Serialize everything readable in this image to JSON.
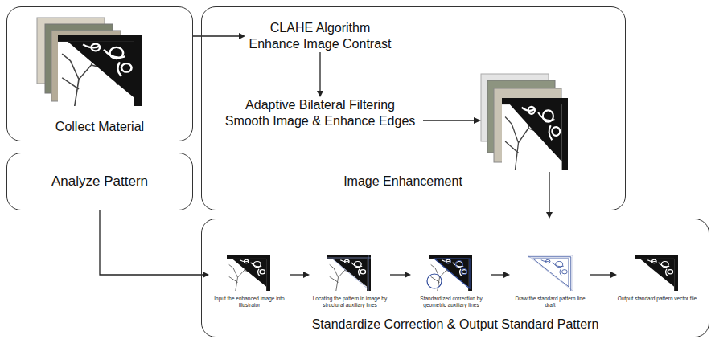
{
  "diagram": {
    "nodes": [
      {
        "text": [
          "Collect Material"
        ]
      },
      {
        "text": [
          "Image Enhancement"
        ]
      },
      {
        "text": [
          "CLAHE Algorithm Enhance Image Contrast"
        ],
        "in": 1
      },
      {
        "text": [
          "Adaptive Bilateral Filtering Smooth Image & Enhance Edges"
        ],
        "in": 1
      },
      {
        "text": [
          "Analyze Pattern"
        ]
      },
      {
        "text": [
          "Standardize Correction & Output Standard Pattern"
        ]
      },
      {
        "text": [
          "Input the enhanced image into Illustrator"
        ],
        "in": 5
      },
      {
        "text": [
          "Locating the pattern in image by structural auxiliary lines"
        ],
        "in": 5
      },
      {
        "text": [
          "Standardized correction by geometric auxiliary lines"
        ],
        "in": 5
      },
      {
        "text": [
          "Draw the standard pattern line draft"
        ],
        "in": 5
      },
      {
        "text": [
          "Output standard pattern vector file"
        ],
        "in": 5
      }
    ],
    "edges": [
      {
        "from": 0,
        "to": 2,
        "arrow": "to"
      },
      {
        "from": 2,
        "to": 3,
        "arrow": "to"
      },
      {
        "from": 1,
        "to": 5,
        "arrow": "to"
      },
      {
        "from": 4,
        "to": 6,
        "arrow": "to"
      },
      {
        "from": 6,
        "to": 7,
        "arrow": "to"
      },
      {
        "from": 7,
        "to": 8,
        "arrow": "to"
      },
      {
        "from": 8,
        "to": 9,
        "arrow": "to"
      },
      {
        "from": 9,
        "to": 10,
        "arrow": "to"
      }
    ]
  }
}
